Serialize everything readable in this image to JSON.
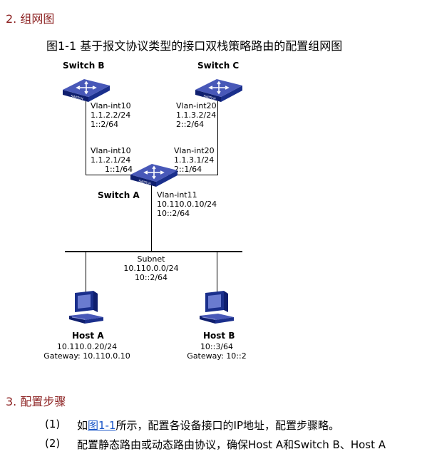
{
  "sections": {
    "topology_heading": "2. 组网图",
    "steps_heading": "3. 配置步骤"
  },
  "figure": {
    "title": "图1-1 基于报文协议类型的接口双栈策略路由的配置组网图"
  },
  "devices": {
    "switch_b": {
      "name": "Switch B",
      "icon_label": "SWITCH",
      "iface": [
        "Vlan-int10",
        "1.1.2.2/24",
        "1::2/64"
      ]
    },
    "switch_c": {
      "name": "Switch C",
      "icon_label": "SWITCH",
      "iface": [
        "Vlan-int20",
        "1.1.3.2/24",
        "2::2/64"
      ]
    },
    "switch_a": {
      "name": "Switch A",
      "icon_label": "SWITCH",
      "iface_to_b": [
        "Vlan-int10",
        "1.1.2.1/24",
        "1::1/64"
      ],
      "iface_to_c": [
        "Vlan-int20",
        "1.1.3.1/24",
        "2::1/64"
      ],
      "iface_down": [
        "Vlan-int11",
        "10.110.0.10/24",
        "10::2/64"
      ]
    },
    "subnet": [
      "Subnet",
      "10.110.0.0/24",
      "10::2/64"
    ],
    "host_a": {
      "name": "Host A",
      "info": [
        "10.110.0.20/24",
        "Gateway: 10.110.0.10"
      ]
    },
    "host_b": {
      "name": "Host B",
      "info": [
        "10::3/64",
        "Gateway: 10::2"
      ]
    }
  },
  "steps": [
    {
      "num": "(1)",
      "pre": "如",
      "link": "图1-1",
      "post": "所示，配置各设备接口的IP地址，配置步骤略。"
    },
    {
      "num": "(2)",
      "pre": "配置静态路由或动态路由协议，确保Host A和Switch B、Host A",
      "link": "",
      "post": ""
    }
  ]
}
